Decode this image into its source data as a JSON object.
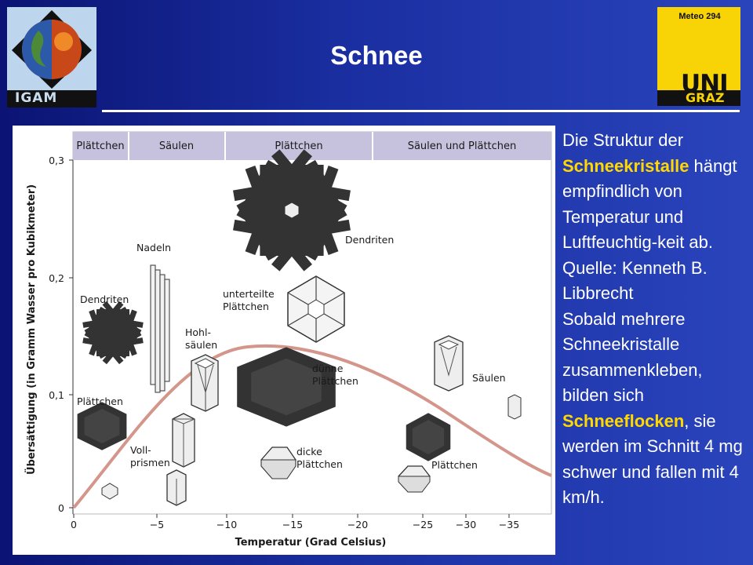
{
  "header": {
    "title": "Schnee",
    "logo_left_text": "IGAM",
    "logo_right_label": "Meteo  294",
    "logo_right_uni": "UNI",
    "logo_right_graz": "GRAZ"
  },
  "diagram": {
    "bands": [
      "Plättchen",
      "Säulen",
      "Plättchen",
      "Säulen und Plättchen"
    ],
    "y_axis_label": "Übersättigung (in Gramm Wasser pro Kubikmeter)",
    "x_axis_label": "Temperatur (Grad Celsius)",
    "y_ticks": [
      "0,3",
      "0,2",
      "0,1",
      "0"
    ],
    "x_ticks": [
      "0",
      "−5",
      "−10",
      "−15",
      "−20",
      "−25",
      "−30",
      "−35"
    ],
    "labels": {
      "nadeln": "Nadeln",
      "dendriten_left": "Dendriten",
      "dendriten_top": "Dendriten",
      "unterteilte_1": "unterteilte",
      "unterteilte_2": "Plättchen",
      "hohl_1": "Hohl-",
      "hohl_2": "säulen",
      "duenne_1": "dünne",
      "duenne_2": "Plättchen",
      "saeulen_right": "Säulen",
      "plaettchen_left": "Plättchen",
      "voll_1": "Voll-",
      "voll_2": "prismen",
      "dicke_1": "dicke",
      "dicke_2": "Plättchen",
      "plaettchen_right": "Plättchen"
    }
  },
  "side": {
    "t1": "Die Struktur der ",
    "hl1": "Schneekristalle",
    "t2": " hängt empfindlich von Temperatur und Luftfeuchtig-keit ab. Quelle: Kenneth B. Libbrecht",
    "t3": "Sobald mehrere Schneekristalle zusammenkleben, bilden sich ",
    "hl2": "Schneeflocken",
    "t4": ", sie werden im Schnitt 4 mg schwer und fallen mit 4 km/h."
  },
  "colors": {
    "background": "#1a2ea0",
    "highlight": "#ffd800",
    "curve": "#d4958a",
    "band_fill": "#c6c1dc"
  }
}
